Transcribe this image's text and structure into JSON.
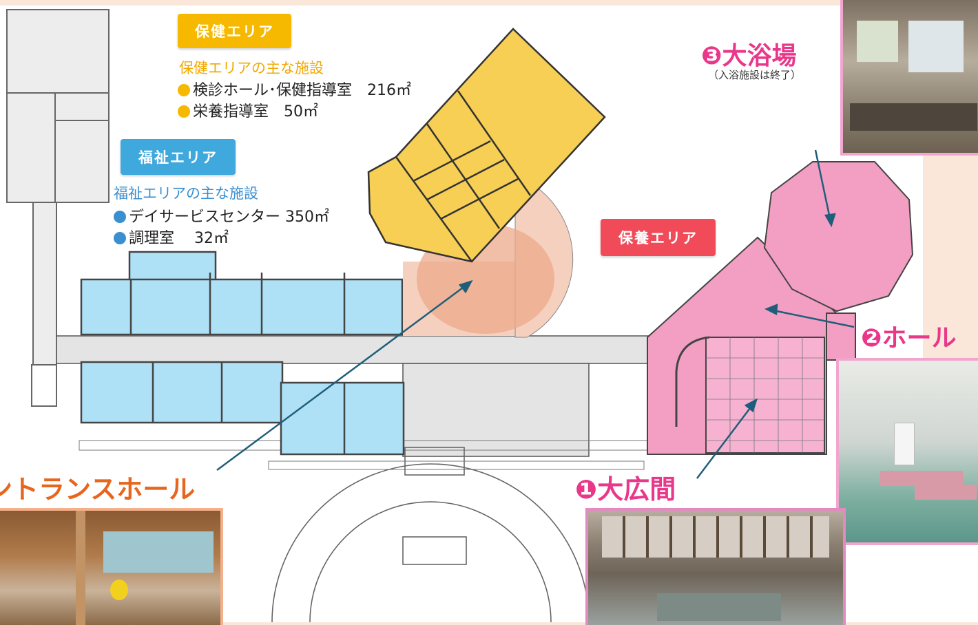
{
  "areas": {
    "health": {
      "badge": "保健エリア",
      "title": "保健エリアの主な施設",
      "color": "#f6b900",
      "facilities": [
        "検診ホール･保健指導室　216㎡",
        "栄養指導室　50㎡"
      ]
    },
    "welfare": {
      "badge": "福祉エリア",
      "title": "福祉エリアの主な施設",
      "color": "#3fa8dd",
      "facilities": [
        "デイサービスセンター 350㎡",
        "調理室　 32㎡"
      ]
    },
    "recreation": {
      "badge": "保養エリア",
      "color": "#f14b5a"
    }
  },
  "rooms": {
    "bath": {
      "num": "❸",
      "name": "大浴場",
      "note": "（入浴施設は終了）"
    },
    "hall": {
      "num": "❷",
      "name": "ホール"
    },
    "hiroma": {
      "num": "❶",
      "name": "大広間"
    },
    "entrance": {
      "name": "エントランスホール"
    }
  },
  "colors": {
    "pink": "#e9378a",
    "orange": "#e8651e",
    "arrow": "#1f5e7a"
  }
}
